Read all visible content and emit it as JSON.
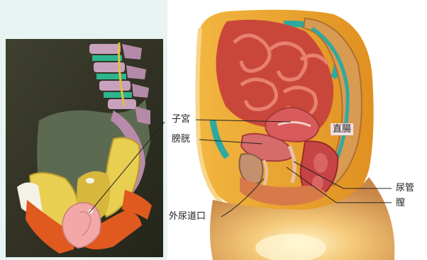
{
  "labels": {
    "uterus": "子宮",
    "bladder": "膀胱",
    "rectum": "直腸",
    "urethra": "尿管",
    "vagina": "膣",
    "urethral_opening": "外尿道口"
  },
  "colors": {
    "background": "#e7f4f2",
    "left_panel_bg": "#3a3a2a",
    "bone": "#c9a0b8",
    "disc": "#2db58f",
    "yellow_structure": "#e8c94a",
    "orange_structure": "#e05a20",
    "pink_structure": "#f0a8a8",
    "body_tissue": "#f0b030",
    "organ_red": "#c84040",
    "leg_skin": "#d8a060",
    "rectum_highlight": "#f4dfe6",
    "leader_line": "#222222"
  },
  "icons": {
    "left_figure": "pelvis-3d-model-illustration",
    "right_figure": "pelvis-sagittal-section-illustration"
  }
}
